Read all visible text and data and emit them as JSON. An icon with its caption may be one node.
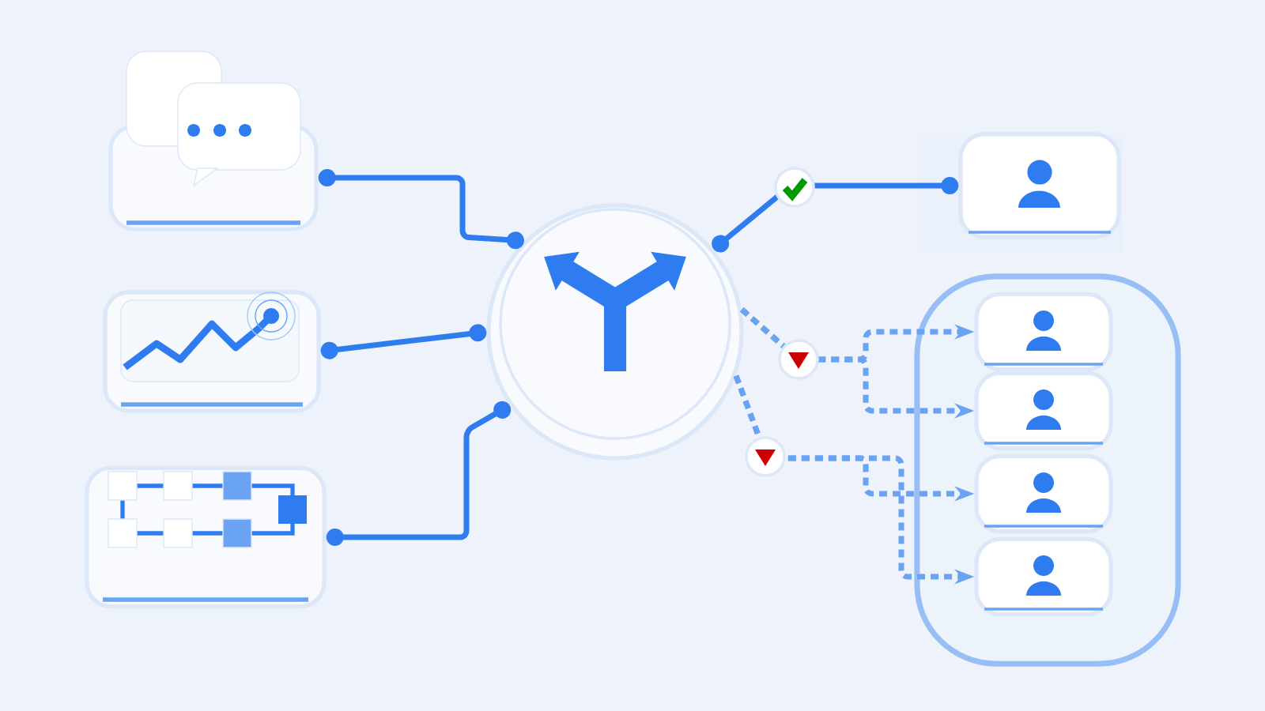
{
  "diagram": {
    "nodes": [
      {
        "text": [],
        "shape": "picture"
      },
      {
        "text": [],
        "shape": "picture"
      },
      {
        "text": [],
        "shape": "picture"
      },
      {
        "text": [],
        "shape": "circle"
      },
      {
        "text": [],
        "shape": "person"
      },
      {
        "text": [],
        "shape": "box"
      },
      {
        "text": [],
        "shape": "person",
        "in": 5
      },
      {
        "text": [],
        "shape": "person",
        "in": 5
      },
      {
        "text": [],
        "shape": "person",
        "in": 5
      },
      {
        "text": [],
        "shape": "person",
        "in": 5
      }
    ],
    "edges": [
      {
        "from": 0,
        "to": 3,
        "arrow": "other"
      },
      {
        "from": 1,
        "to": 3,
        "arrow": "other"
      },
      {
        "from": 2,
        "to": 3,
        "arrow": "other"
      },
      {
        "from": 3,
        "to": 4,
        "arrow": "other"
      },
      {
        "from": 3,
        "to": 6,
        "arrow": "to",
        "style": "dashed"
      },
      {
        "from": 3,
        "to": 7,
        "arrow": "to",
        "style": "dashed"
      },
      {
        "from": 3,
        "to": 8,
        "arrow": "to",
        "style": "dashed"
      },
      {
        "from": 3,
        "to": 9,
        "arrow": "to",
        "style": "dashed"
      }
    ]
  }
}
